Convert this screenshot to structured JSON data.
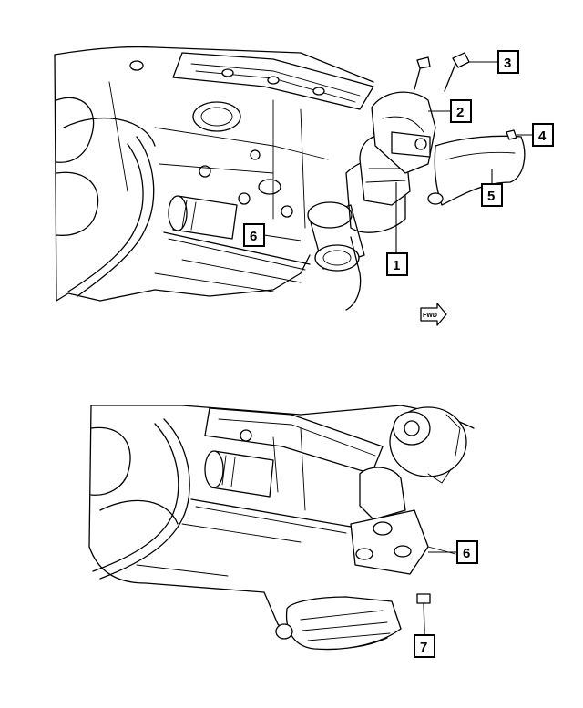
{
  "diagram": {
    "callouts_top": [
      {
        "id": "c1",
        "label": "1"
      },
      {
        "id": "c2",
        "label": "2"
      },
      {
        "id": "c3",
        "label": "3"
      },
      {
        "id": "c4",
        "label": "4"
      },
      {
        "id": "c5",
        "label": "5"
      },
      {
        "id": "c6",
        "label": "6"
      }
    ],
    "callouts_bottom": [
      {
        "id": "c6b",
        "label": "6"
      },
      {
        "id": "c7",
        "label": "7"
      }
    ],
    "direction_marker": "FWD"
  }
}
